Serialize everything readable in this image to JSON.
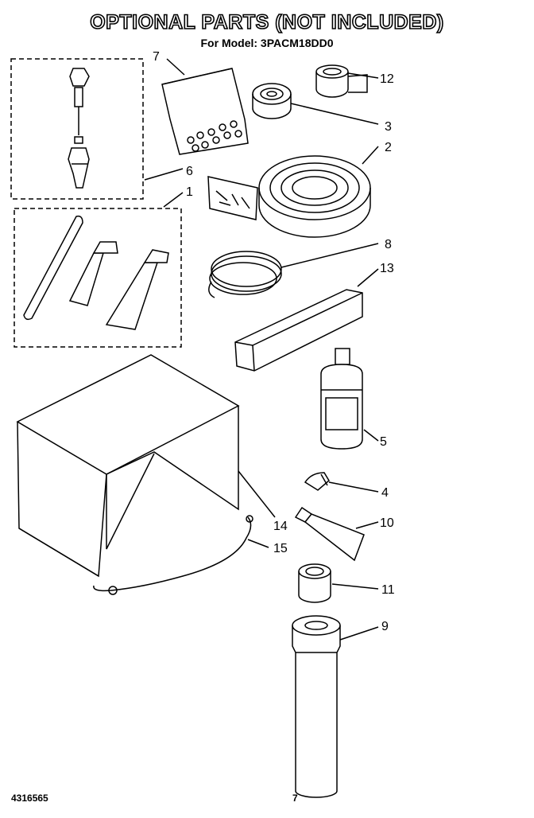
{
  "header": {
    "title": "OPTIONAL PARTS (NOT INCLUDED)",
    "subtitle": "For Model: 3PACM18DD0"
  },
  "callouts": [
    "7",
    "12",
    "3",
    "2",
    "6",
    "1",
    "8",
    "13",
    "5",
    "4",
    "14",
    "10",
    "15",
    "11",
    "9"
  ],
  "footer": {
    "doc_number": "4316565",
    "page": "7"
  }
}
